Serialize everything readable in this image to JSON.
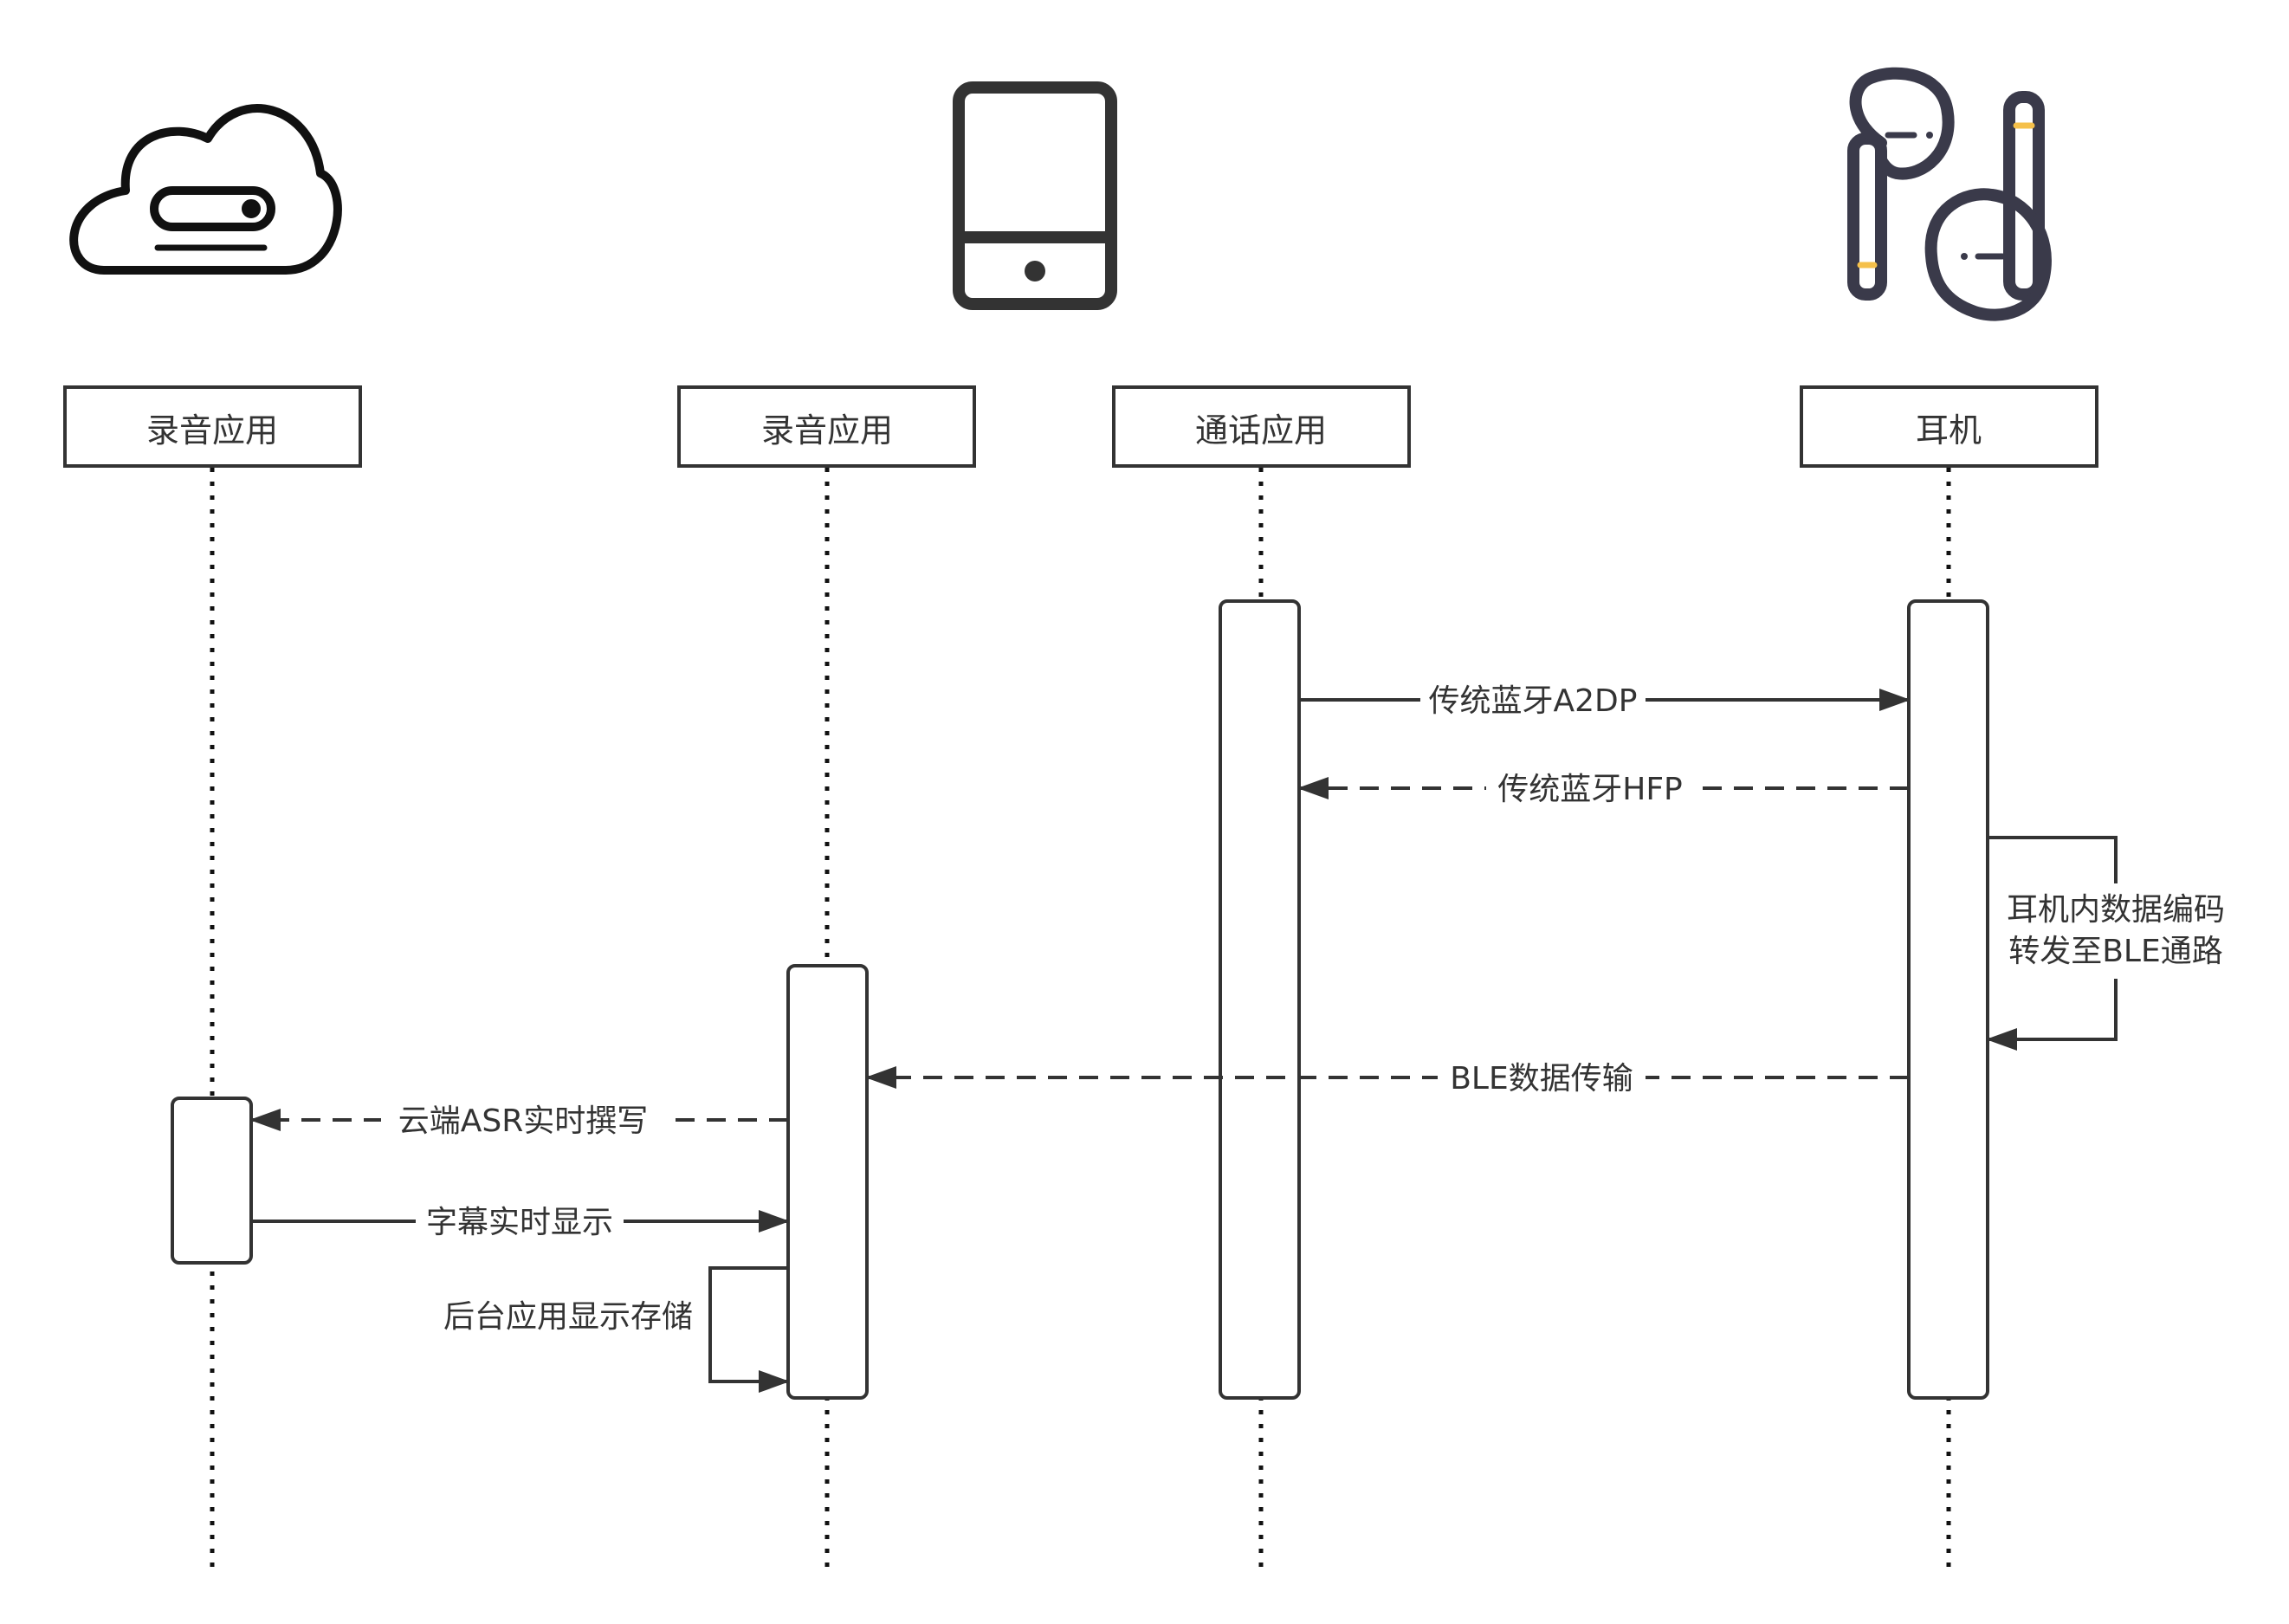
{
  "participants": [
    {
      "id": "cloud",
      "label": "录音应用",
      "icon": "cloud-server-icon"
    },
    {
      "id": "phone_rec",
      "label": "录音应用",
      "icon": "smartphone-icon"
    },
    {
      "id": "phone_call",
      "label": "通话应用"
    },
    {
      "id": "earbuds",
      "label": "耳机",
      "icon": "earbuds-icon"
    }
  ],
  "messages": {
    "a2dp": "传统蓝牙A2DP",
    "hfp": "传统蓝牙HFP",
    "ble": "BLE数据传输",
    "asr": "云端ASR实时撰写",
    "subtitle": "字幕实时显示"
  },
  "self_notes": {
    "earbuds_encode": [
      "耳机内数据编码",
      "转发至BLE通路"
    ],
    "background_store": "后台应用显示存储"
  },
  "colors": {
    "line": "#333333",
    "icon": "#3a3a4a",
    "accent": "#f5c04a"
  }
}
